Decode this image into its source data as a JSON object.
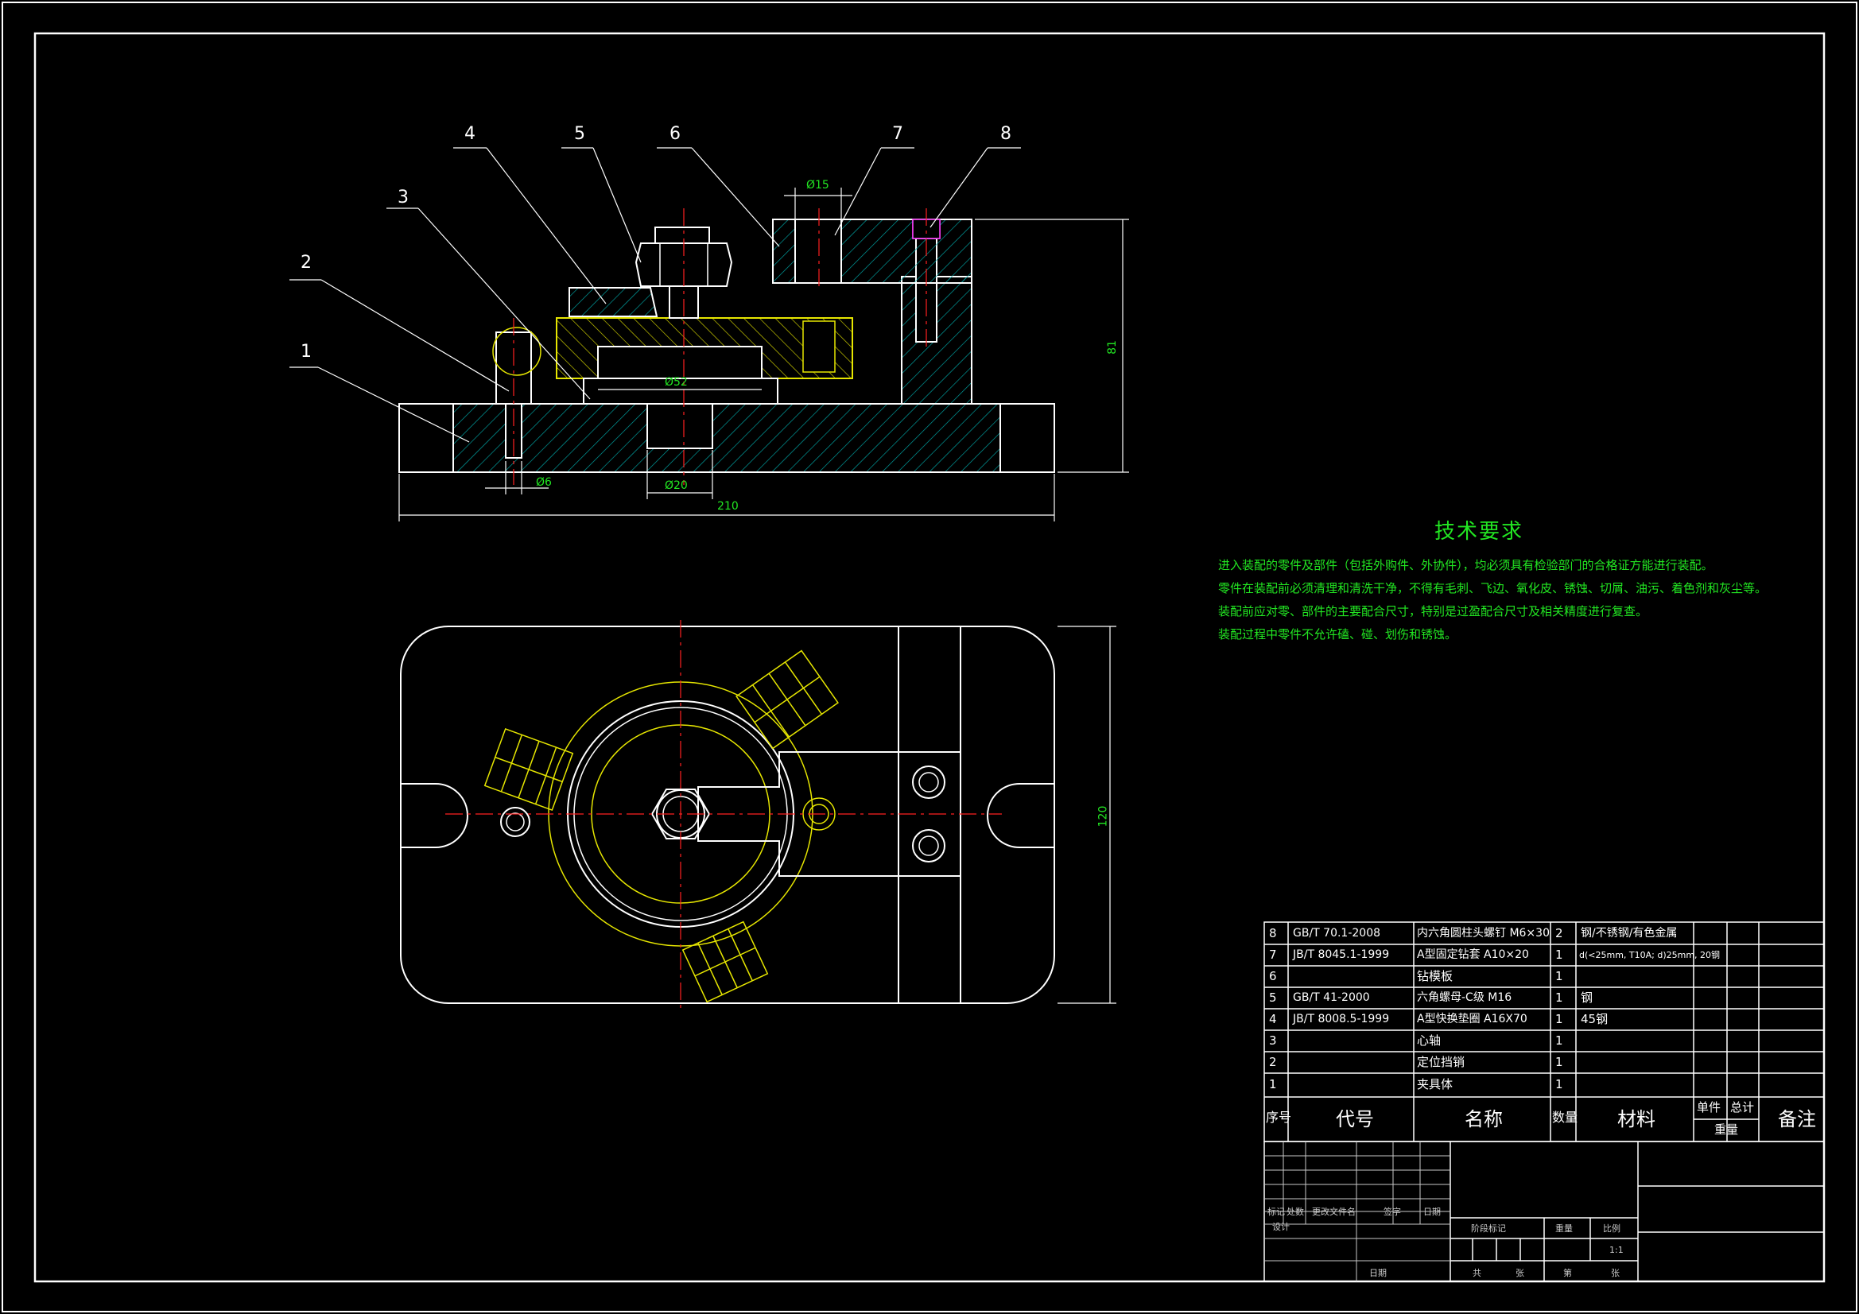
{
  "balloons": [
    "1",
    "2",
    "3",
    "4",
    "5",
    "6",
    "7",
    "8"
  ],
  "dimensions": {
    "d15": "Ø15",
    "d52": "Ø52",
    "d6": "Ø6",
    "d20": "Ø20",
    "w210": "210",
    "h81": "81",
    "h120": "120"
  },
  "tech_requirements": {
    "title": "技术要求",
    "lines": [
      "进入装配的零件及部件（包括外购件、外协件），均必须具有检验部门的合格证方能进行装配。",
      "零件在装配前必须清理和清洗干净，不得有毛刺、飞边、氧化皮、锈蚀、切屑、油污、着色剂和灰尘等。",
      "装配前应对零、部件的主要配合尺寸，特别是过盈配合尺寸及相关精度进行复查。",
      "装配过程中零件不允许磕、碰、划伤和锈蚀。"
    ]
  },
  "bom": {
    "rows": [
      {
        "no": "8",
        "code": "GB/T 70.1-2008",
        "name": "内六角圆柱头螺钉 M6×30",
        "qty": "2",
        "material": "钢/不锈钢/有色金属"
      },
      {
        "no": "7",
        "code": "JB/T 8045.1-1999",
        "name": "A型固定钻套 A10×20",
        "qty": "1",
        "material": "d(<25mm, T10A; d)25mm, 20钢"
      },
      {
        "no": "6",
        "code": "",
        "name": "钻模板",
        "qty": "1",
        "material": ""
      },
      {
        "no": "5",
        "code": "GB/T 41-2000",
        "name": "六角螺母-C级 M16",
        "qty": "1",
        "material": "钢"
      },
      {
        "no": "4",
        "code": "JB/T 8008.5-1999",
        "name": "A型快换垫圈 A16X70",
        "qty": "1",
        "material": "45钢"
      },
      {
        "no": "3",
        "code": "",
        "name": "心轴",
        "qty": "1",
        "material": ""
      },
      {
        "no": "2",
        "code": "",
        "name": "定位挡销",
        "qty": "1",
        "material": ""
      },
      {
        "no": "1",
        "code": "",
        "name": "夹具体",
        "qty": "1",
        "material": ""
      }
    ],
    "header": {
      "no": "序号",
      "code": "代号",
      "name": "名称",
      "qty": "数量",
      "material": "材料",
      "unit": "单件",
      "total": "总计",
      "weight": "重量",
      "remark": "备注"
    }
  },
  "title_block": {
    "mark": "标记",
    "count": "处数",
    "change_doc": "更改文件名",
    "sign": "签字",
    "date": "日期",
    "design": "设计",
    "date2": "日期",
    "stage_mark": "阶段标记",
    "weight": "重量",
    "scale": "比例",
    "scale_value": "1:1",
    "total_sheets": "共",
    "sheet": "张",
    "sheet_no": "第",
    "sheet2": "张"
  },
  "colors": {
    "background": "#000000",
    "line": "#ffffff",
    "hatch": "#00b3b3",
    "center": "#ff2020",
    "dimension": "#22e622",
    "yellow": "#e6e600",
    "magenta": "#ff40ff"
  }
}
